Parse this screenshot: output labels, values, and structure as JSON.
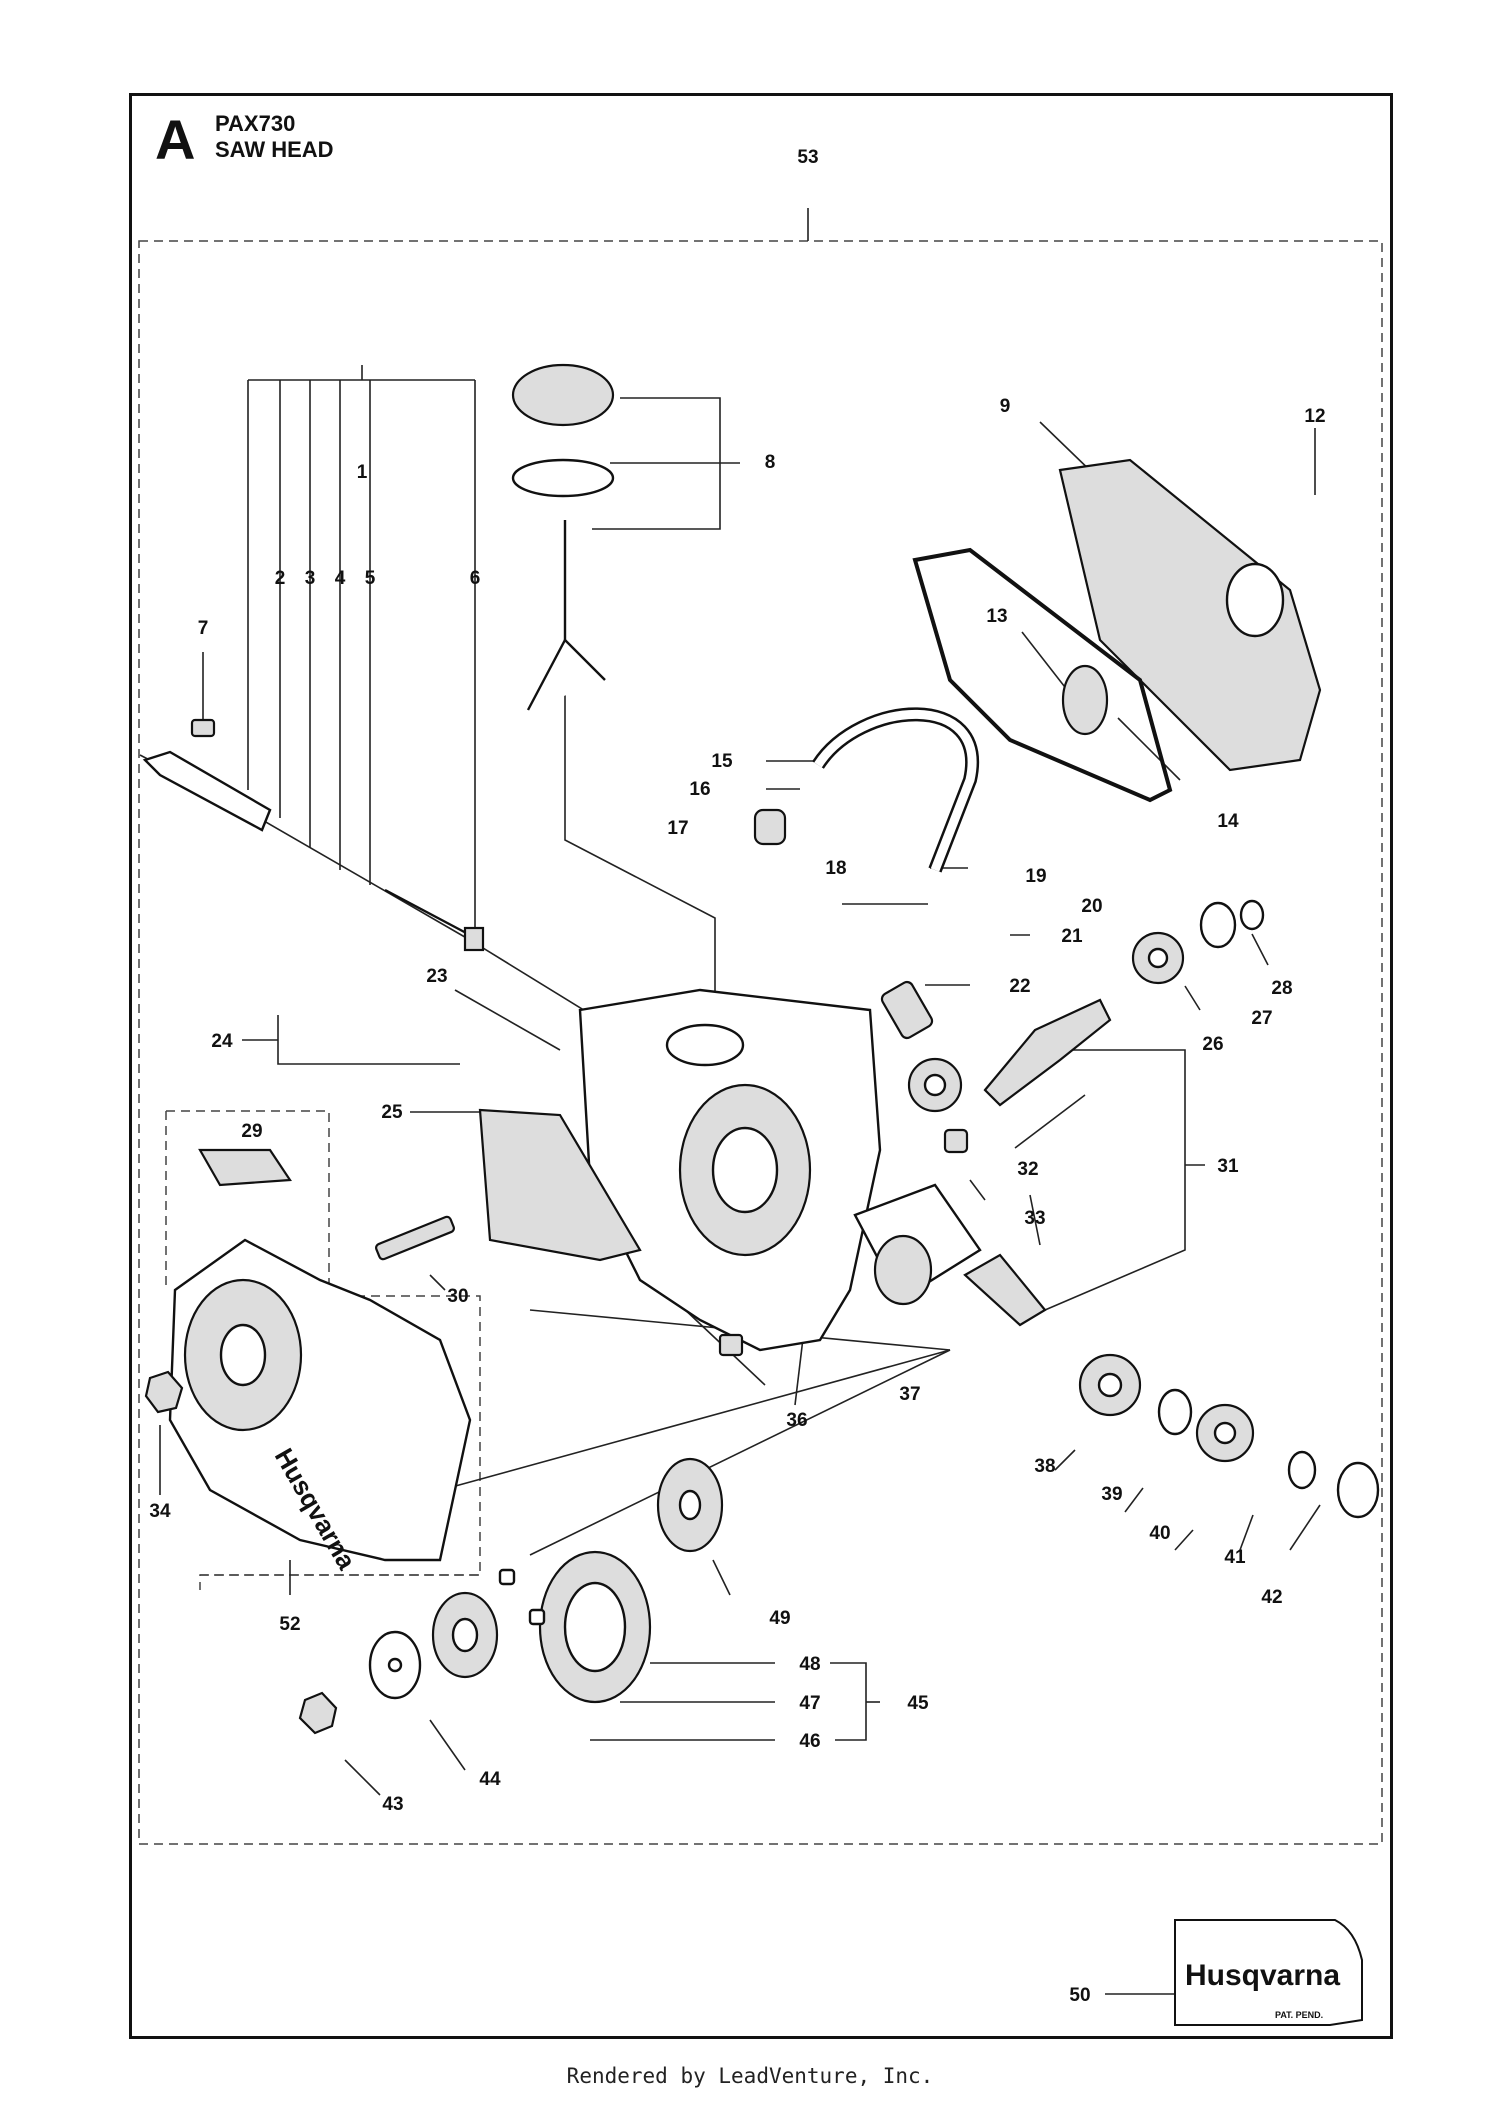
{
  "header": {
    "sheet_letter": "A",
    "model": "PAX730",
    "assembly": "SAW HEAD"
  },
  "brand": {
    "name": "Husqvarna",
    "decal_note": "PAT. PEND."
  },
  "footer": {
    "text": "Rendered by LeadVenture, Inc."
  },
  "callouts": [
    "1",
    "2",
    "3",
    "4",
    "5",
    "6",
    "7",
    "8",
    "9",
    "12",
    "13",
    "14",
    "15",
    "16",
    "17",
    "18",
    "19",
    "20",
    "21",
    "22",
    "23",
    "24",
    "25",
    "26",
    "27",
    "28",
    "29",
    "30",
    "31",
    "32",
    "33",
    "34",
    "36",
    "37",
    "38",
    "39",
    "40",
    "41",
    "42",
    "43",
    "44",
    "45",
    "46",
    "47",
    "48",
    "49",
    "50",
    "52",
    "53"
  ]
}
